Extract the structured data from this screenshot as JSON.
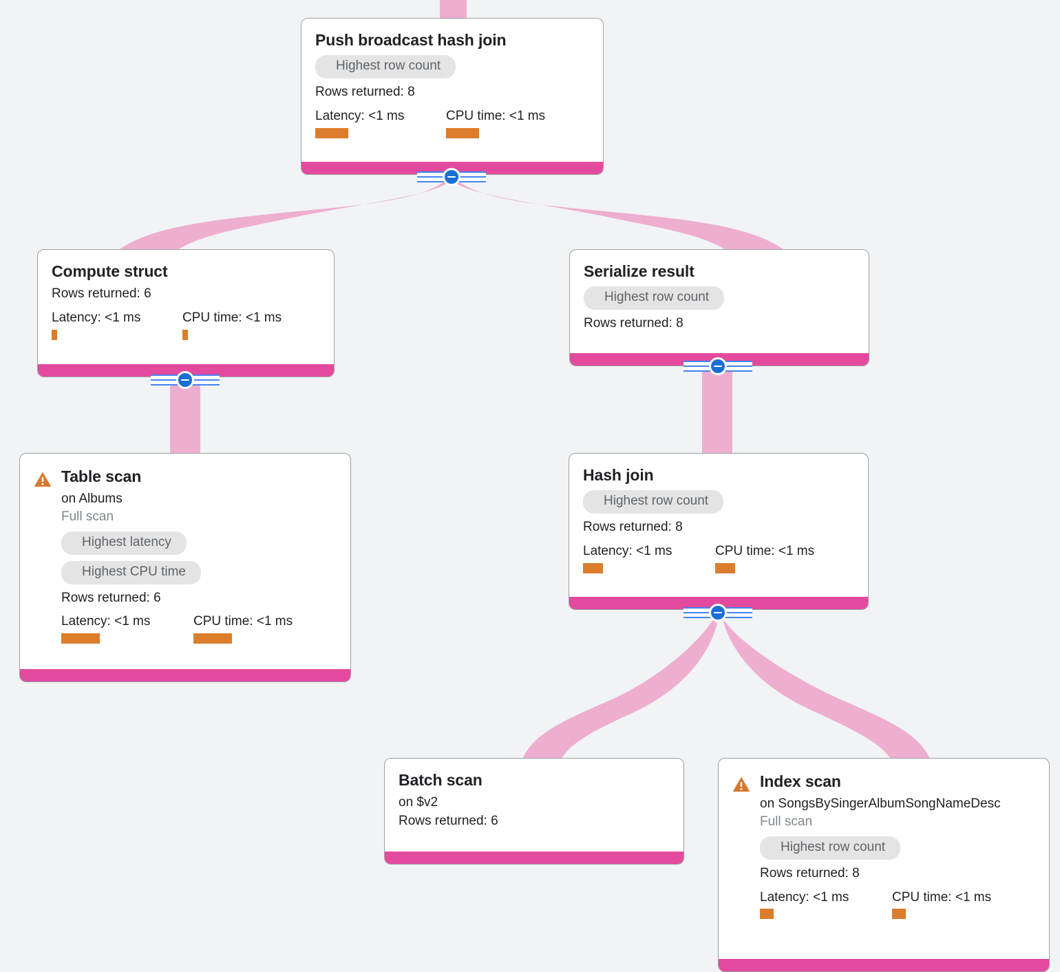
{
  "canvas": {
    "background_color": "#f1f3f4",
    "accent_color": "#e34a9d",
    "edge_color": "#eeaed0",
    "metric_bar_color": "#dc7d2c",
    "toggle_color": "#1a6fd4",
    "warning_color": "#d9782c"
  },
  "labels": {
    "collapse_icon": "minus-icon",
    "warning_icon": "warning-triangle-icon"
  },
  "nodes": [
    {
      "id": "push-broadcast-hash-join",
      "title": "Push broadcast hash join",
      "warning": false,
      "subtitle": null,
      "scan_type": null,
      "chips": [
        "Highest row count"
      ],
      "rows_returned": "Rows returned: 8",
      "latency": "Latency: <1 ms",
      "cpu_time": "CPU time: <1 ms",
      "latency_bar_width": 48,
      "cpu_bar_width": 48
    },
    {
      "id": "compute-struct",
      "title": "Compute struct",
      "warning": false,
      "subtitle": null,
      "scan_type": null,
      "chips": [],
      "rows_returned": "Rows returned: 6",
      "latency": "Latency: <1 ms",
      "cpu_time": "CPU time: <1 ms",
      "latency_bar_width": 8,
      "cpu_bar_width": 8
    },
    {
      "id": "serialize-result",
      "title": "Serialize result",
      "warning": false,
      "subtitle": null,
      "scan_type": null,
      "chips": [
        "Highest row count"
      ],
      "rows_returned": "Rows returned: 8",
      "latency": null,
      "cpu_time": null,
      "latency_bar_width": 0,
      "cpu_bar_width": 0
    },
    {
      "id": "table-scan",
      "title": "Table scan",
      "warning": true,
      "subtitle": "on Albums",
      "scan_type": "Full scan",
      "chips": [
        "Highest latency",
        "Highest CPU time"
      ],
      "rows_returned": "Rows returned: 6",
      "latency": "Latency: <1 ms",
      "cpu_time": "CPU time: <1 ms",
      "latency_bar_width": 56,
      "cpu_bar_width": 56
    },
    {
      "id": "hash-join",
      "title": "Hash join",
      "warning": false,
      "subtitle": null,
      "scan_type": null,
      "chips": [
        "Highest row count"
      ],
      "rows_returned": "Rows returned: 8",
      "latency": "Latency: <1 ms",
      "cpu_time": "CPU time: <1 ms",
      "latency_bar_width": 29,
      "cpu_bar_width": 29
    },
    {
      "id": "batch-scan",
      "title": "Batch scan",
      "warning": false,
      "subtitle": "on $v2",
      "scan_type": null,
      "chips": [],
      "rows_returned": "Rows returned: 6",
      "latency": null,
      "cpu_time": null,
      "latency_bar_width": 0,
      "cpu_bar_width": 0
    },
    {
      "id": "index-scan",
      "title": "Index scan",
      "warning": true,
      "subtitle": "on SongsBySingerAlbumSongNameDesc",
      "scan_type": "Full scan",
      "chips": [
        "Highest row count"
      ],
      "rows_returned": "Rows returned: 8",
      "latency": "Latency: <1 ms",
      "cpu_time": "CPU time: <1 ms",
      "latency_bar_width": 20,
      "cpu_bar_width": 20
    }
  ]
}
